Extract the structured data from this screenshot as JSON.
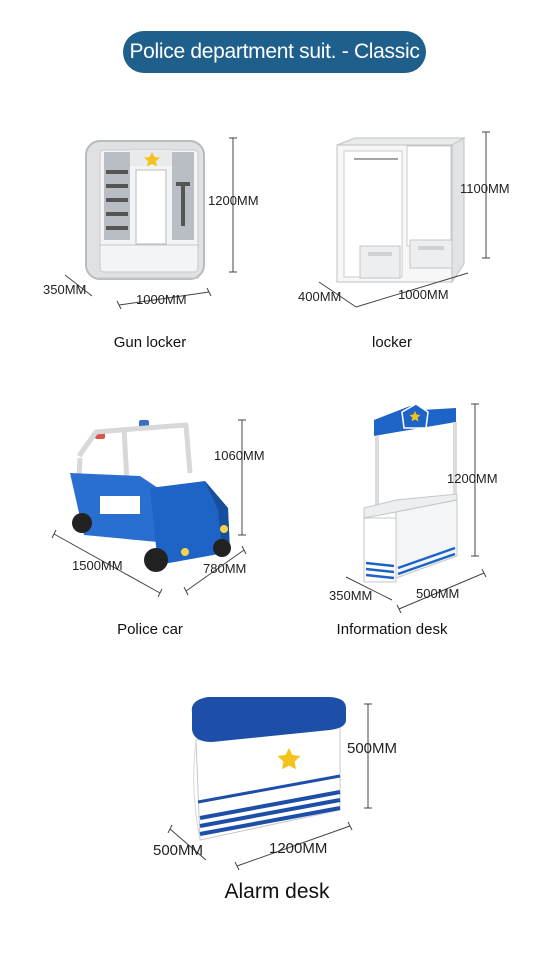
{
  "header": {
    "title": "Police department suit. - Classic"
  },
  "products": [
    {
      "name": "Gun locker",
      "height": "1200MM",
      "depth": "350MM",
      "width": "1000MM"
    },
    {
      "name": "locker",
      "height": "1100MM",
      "depth": "400MM",
      "width": "1000MM"
    },
    {
      "name": "Police car",
      "height": "1060MM",
      "length": "1500MM",
      "width": "780MM"
    },
    {
      "name": "Information desk",
      "height": "1200MM",
      "depth": "350MM",
      "width": "500MM"
    },
    {
      "name": "Alarm desk",
      "height": "500MM",
      "depth": "500MM",
      "width": "1200MM"
    }
  ],
  "colors": {
    "brand_blue": "#1f5f8b",
    "product_blue": "#1e63c6",
    "star_yellow": "#f4c21a"
  }
}
